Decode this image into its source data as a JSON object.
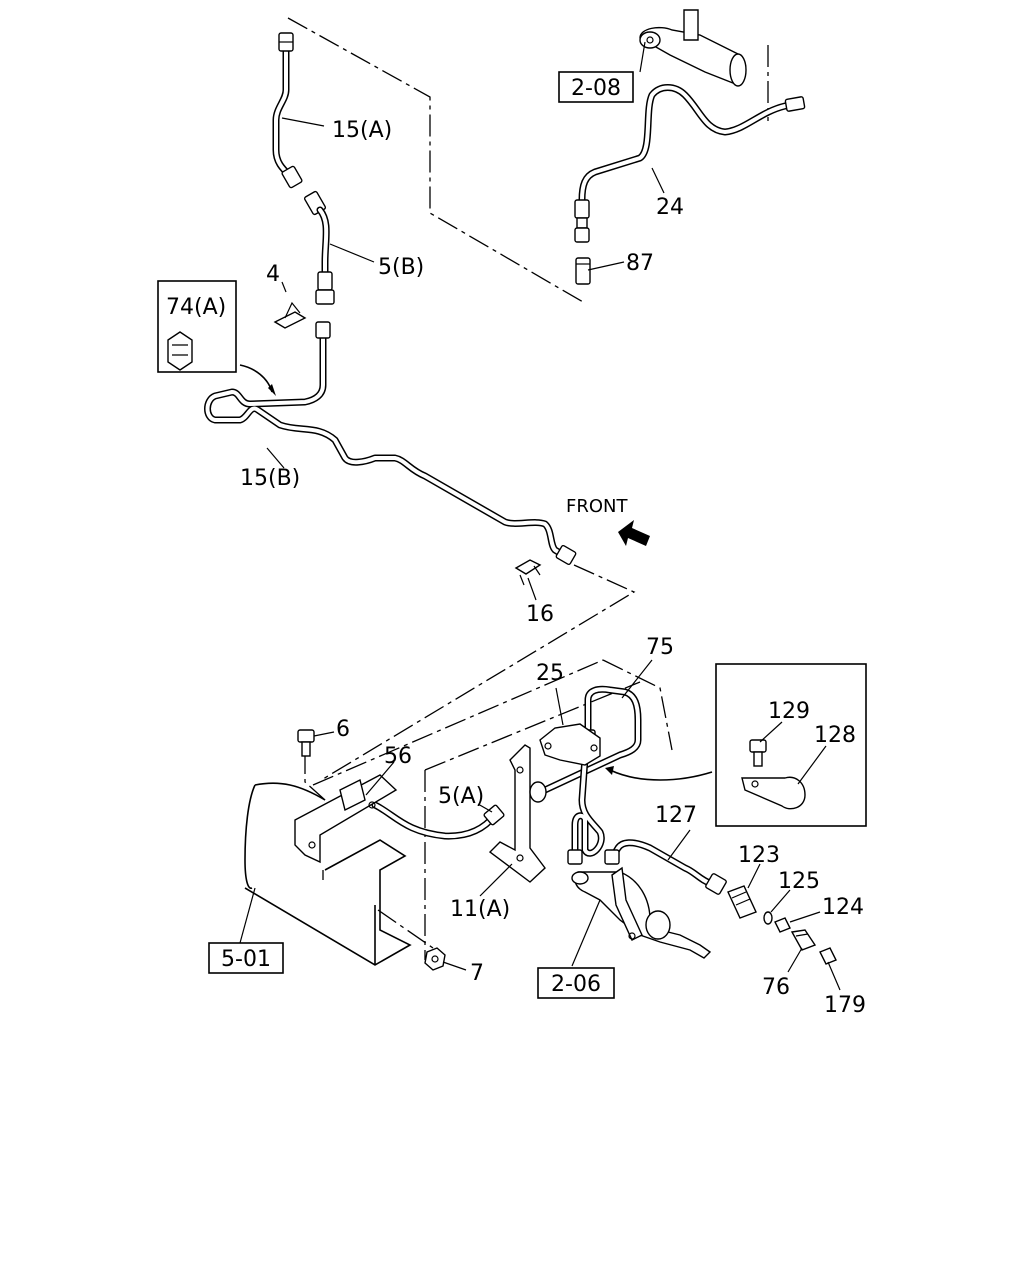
{
  "labels": {
    "p15a": "15(A)",
    "p5b": "5(B)",
    "p4": "4",
    "p74a": "74(A)",
    "p15b": "15(B)",
    "p208": "2-08",
    "p24": "24",
    "p87": "87",
    "front": "FRONT",
    "p16": "16",
    "p75": "75",
    "p25": "25",
    "p6": "6",
    "p56": "56",
    "p5a": "5(A)",
    "p129": "129",
    "p128": "128",
    "p127": "127",
    "p123": "123",
    "p125": "125",
    "p124": "124",
    "p11a": "11(A)",
    "p501": "5-01",
    "p7": "7",
    "p206": "2-06",
    "p76": "76",
    "p179": "179"
  },
  "icons": {
    "front_arrow": "arrow-icon"
  }
}
